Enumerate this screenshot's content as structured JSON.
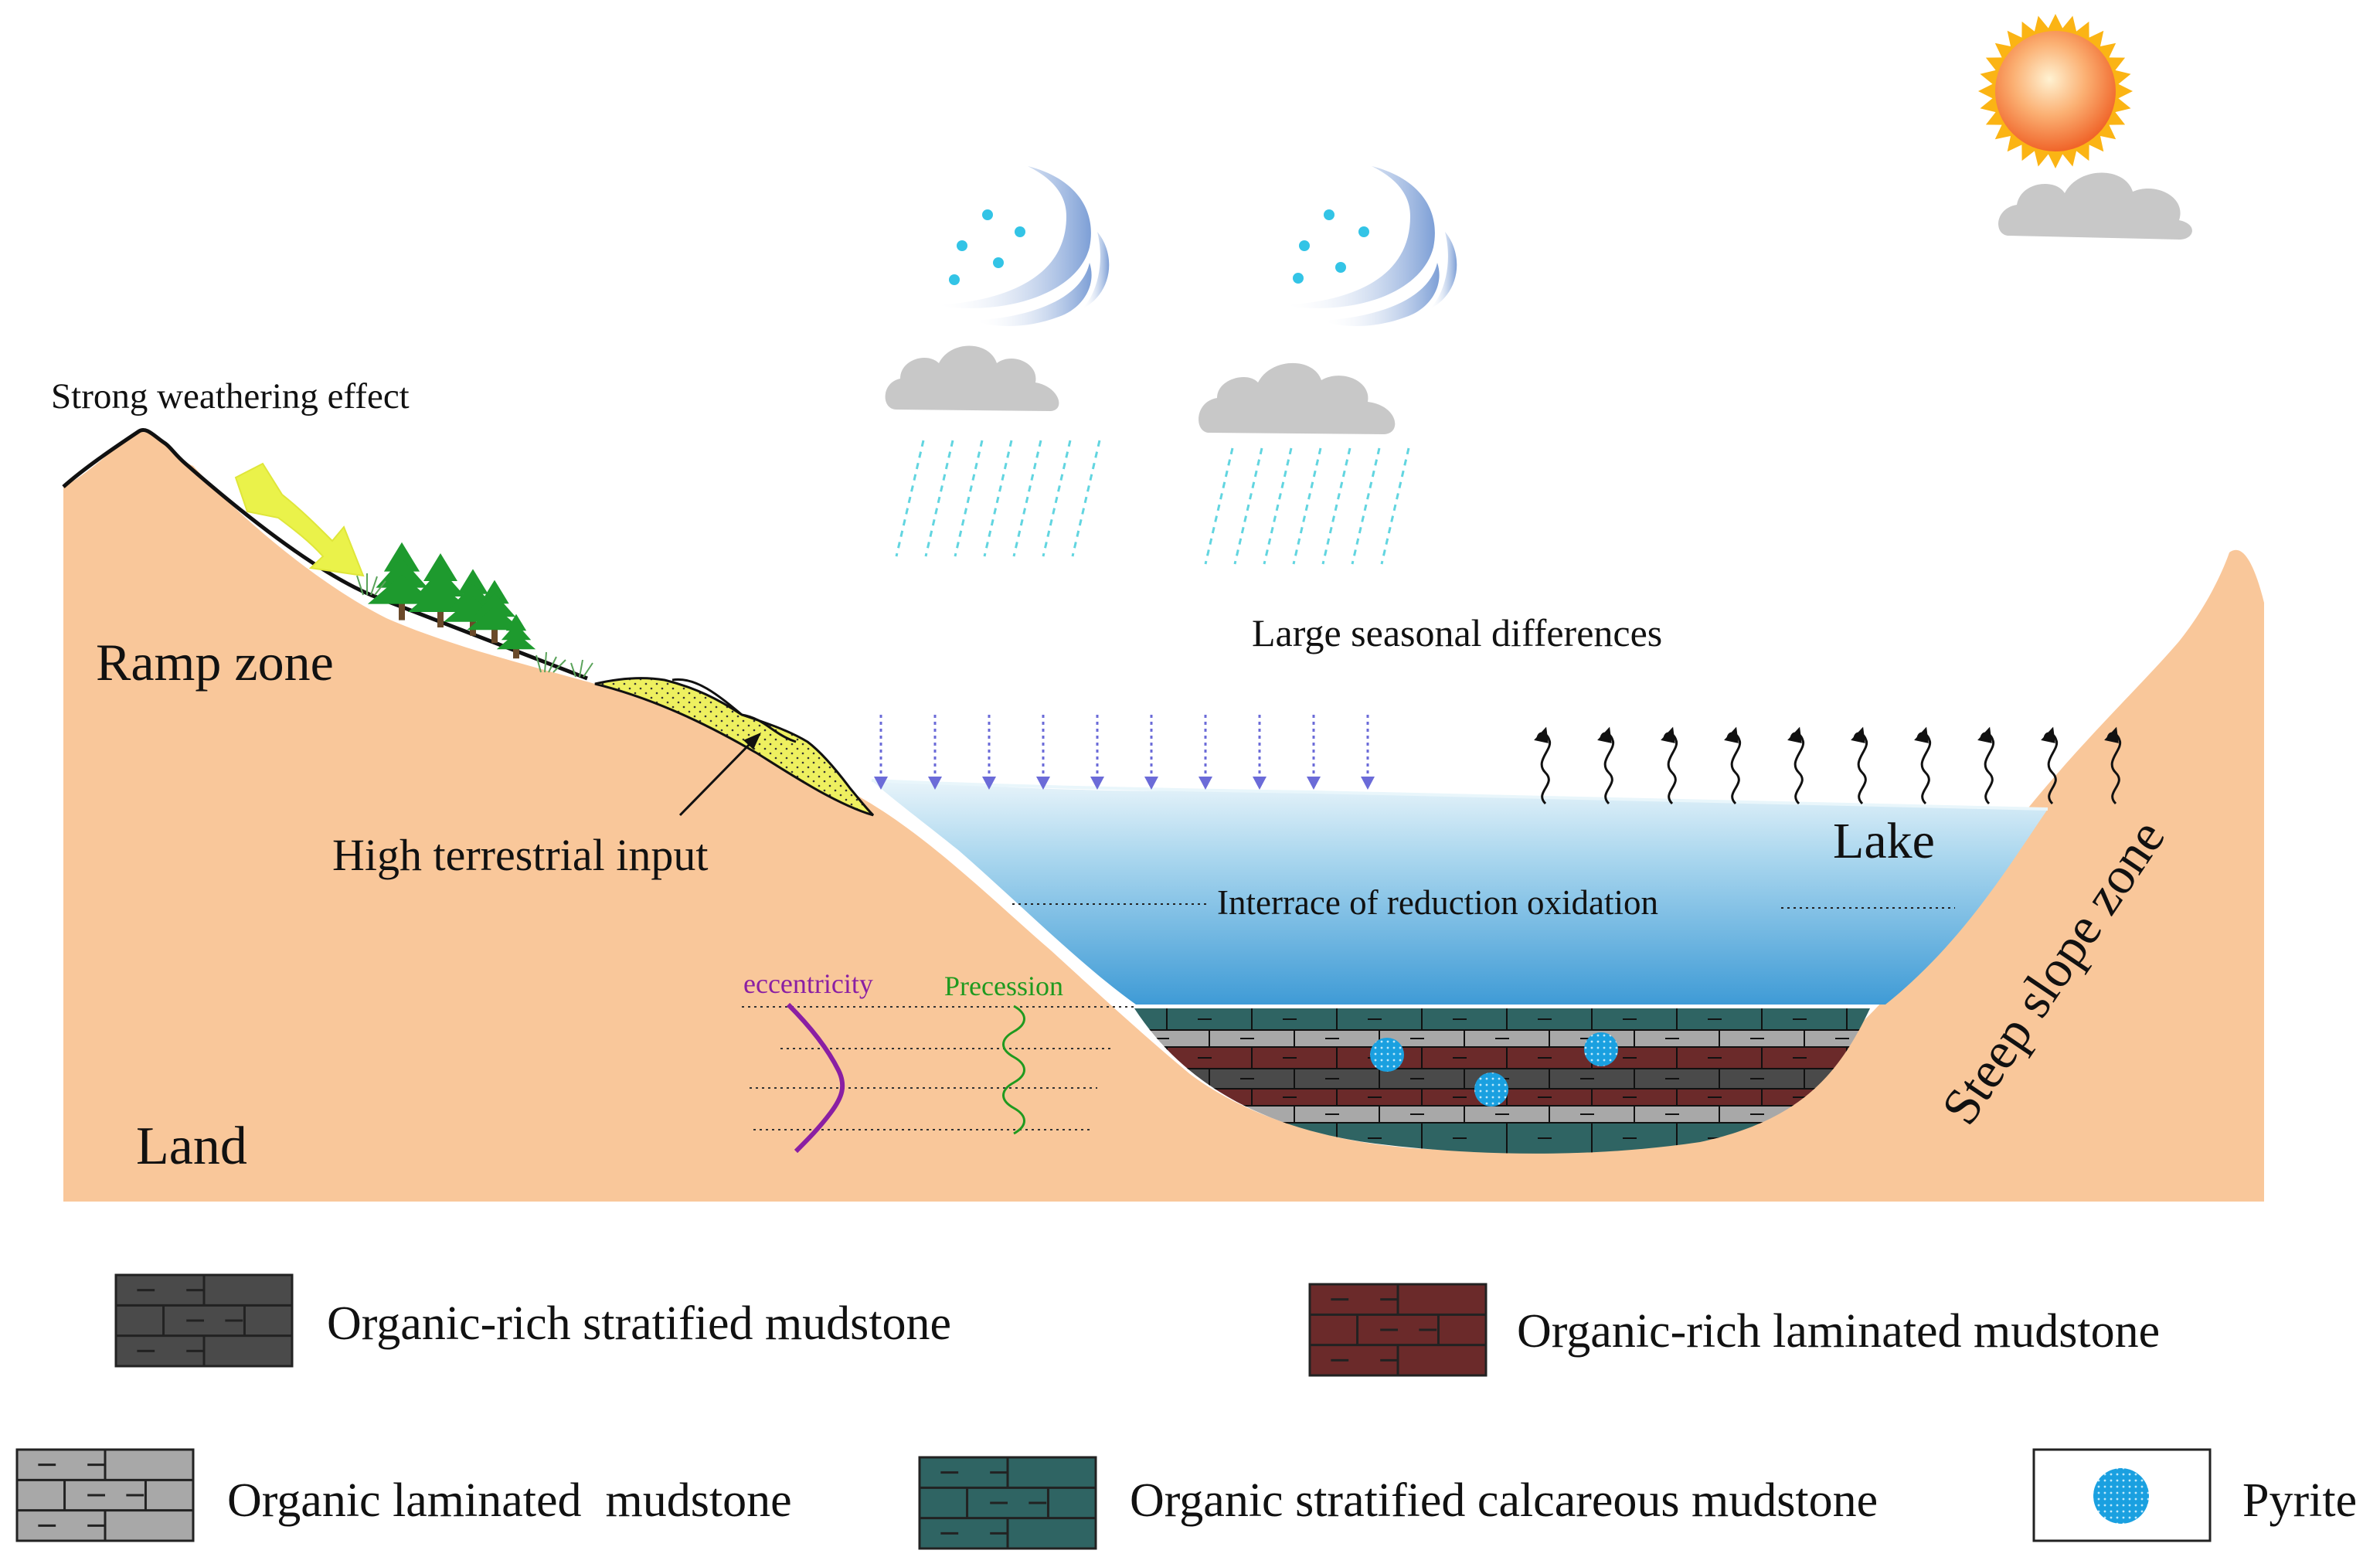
{
  "labels": {
    "weathering": "Strong weathering effect",
    "ramp_zone": "Ramp zone",
    "land": "Land",
    "terrestrial_input": "High terrestrial input",
    "seasonal": "Large seasonal differences",
    "lake": "Lake",
    "redox": "Interrace of reduction oxidation",
    "steep_slope": "Steep slope zone",
    "eccentricity": "eccentricity",
    "precession": "Precession"
  },
  "legend": {
    "stratified_rich": "Organic-rich stratified mudstone",
    "laminated_rich": "Organic-rich laminated mudstone",
    "laminated": "Organic laminated  mudstone",
    "calcareous": "Organic stratified calcareous mudstone",
    "pyrite": "Pyrite"
  },
  "colors": {
    "land": "#f9c79a",
    "lake_top": "#e3f1f8",
    "lake_bottom": "#4aa3da",
    "sediment_input": "#f0f05a",
    "arrow_yellow": "#eaf24a",
    "tree": "#1e9a2e",
    "rain": "#62d5e0",
    "cloud": "#c8c8c8",
    "sun_core": "#f57a2a",
    "sun_rays": "#fbb414",
    "precip_arrow": "#6b6bd8",
    "eccentricity": "#8a1fa3",
    "precession": "#1f9a1f",
    "stratified_rich": "#4a4a4a",
    "laminated_rich": "#6b2a2a",
    "laminated": "#a8a8a8",
    "calcareous": "#2f6463",
    "pyrite": "#1aa0e0"
  }
}
